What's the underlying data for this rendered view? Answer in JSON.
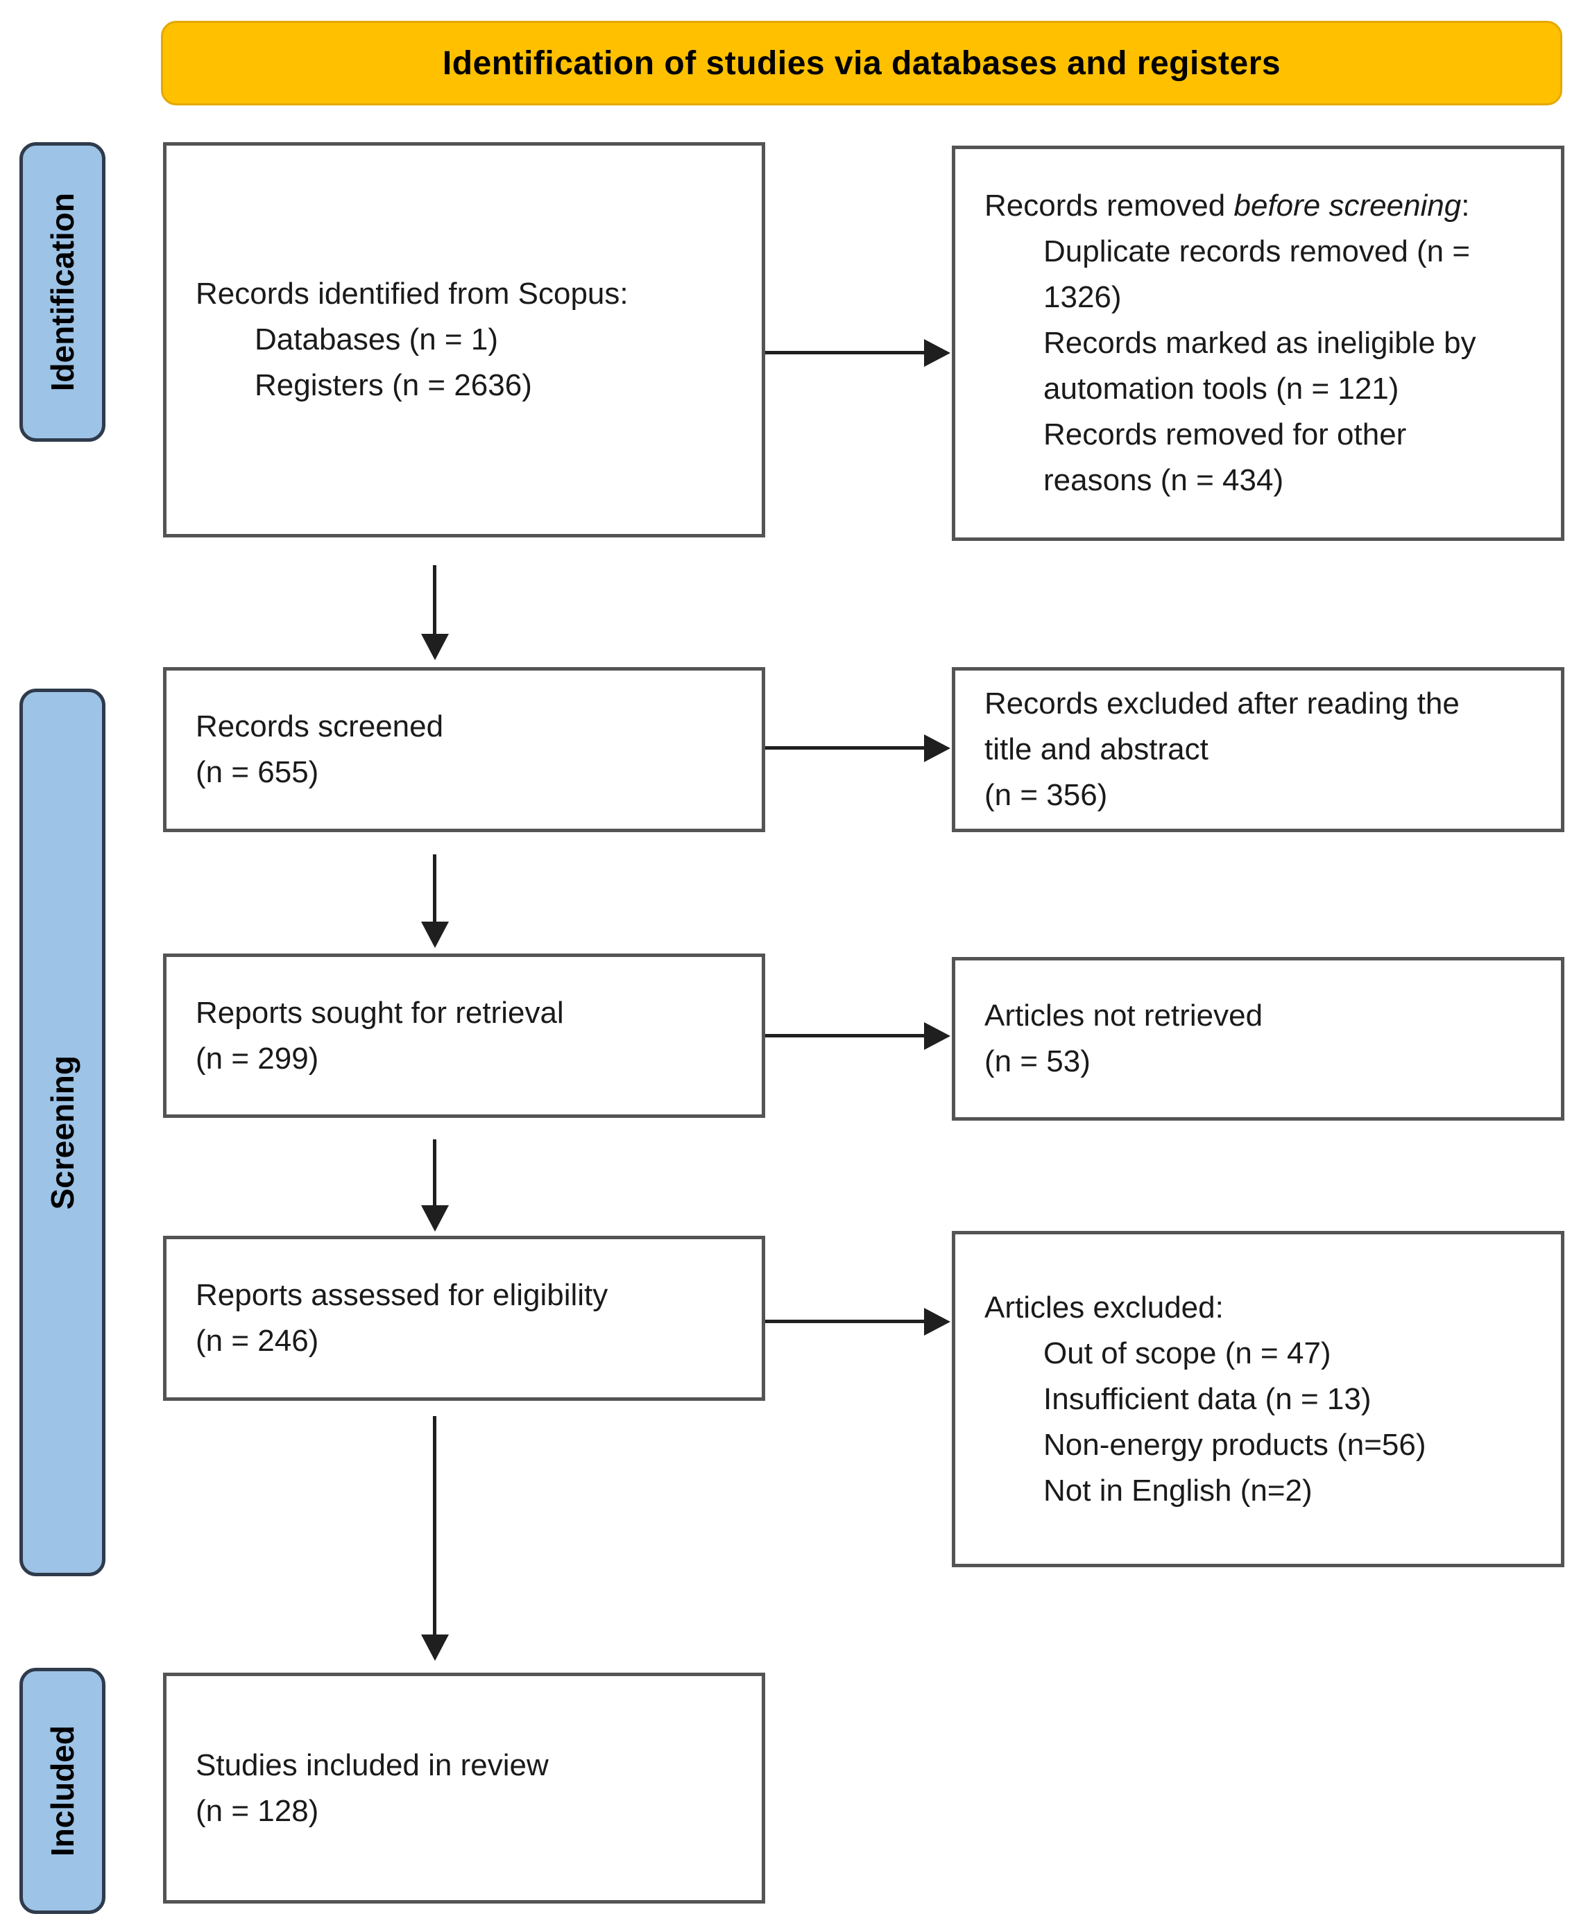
{
  "banner": {
    "title": "Identification of studies via databases and registers"
  },
  "stages": [
    {
      "label": "Identification"
    },
    {
      "label": "Screening"
    },
    {
      "label": "Included"
    }
  ],
  "boxes": {
    "records_identified": {
      "heading": "Records identified from Scopus:",
      "items": [
        "Databases (n = 1)",
        "Registers (n = 2636)"
      ]
    },
    "records_removed": {
      "heading_prefix": "Records removed ",
      "heading_italic": "before screening",
      "heading_suffix": ":",
      "items": [
        "Duplicate records removed (n = 1326)",
        "Records marked as ineligible by automation tools (n = 121)",
        "Records removed for other reasons (n = 434)"
      ]
    },
    "records_screened": {
      "label": "Records screened",
      "count": "(n = 655)"
    },
    "records_excluded": {
      "label": "Records excluded after reading the title and abstract",
      "count": "(n = 356)"
    },
    "reports_sought": {
      "label": "Reports sought for retrieval",
      "count": "(n = 299)"
    },
    "articles_not_retrieved": {
      "label": "Articles not retrieved",
      "count": "(n = 53)"
    },
    "reports_assessed": {
      "label": "Reports assessed for eligibility",
      "count": "(n = 246)"
    },
    "articles_excluded": {
      "heading": "Articles excluded:",
      "items": [
        "Out of scope (n = 47)",
        "Insufficient data (n = 13)",
        "Non-energy products (n=56)",
        "Not in English (n=2)"
      ]
    },
    "studies_included": {
      "label": "Studies included in review",
      "count": "(n = 128)"
    }
  },
  "colors": {
    "banner_bg": "#FFC000",
    "stage_bg": "#9DC3E6",
    "stage_border": "#2F3B4C",
    "box_border": "#545454",
    "arrow": "#1F1F1F",
    "text": "#1A1A1A"
  }
}
